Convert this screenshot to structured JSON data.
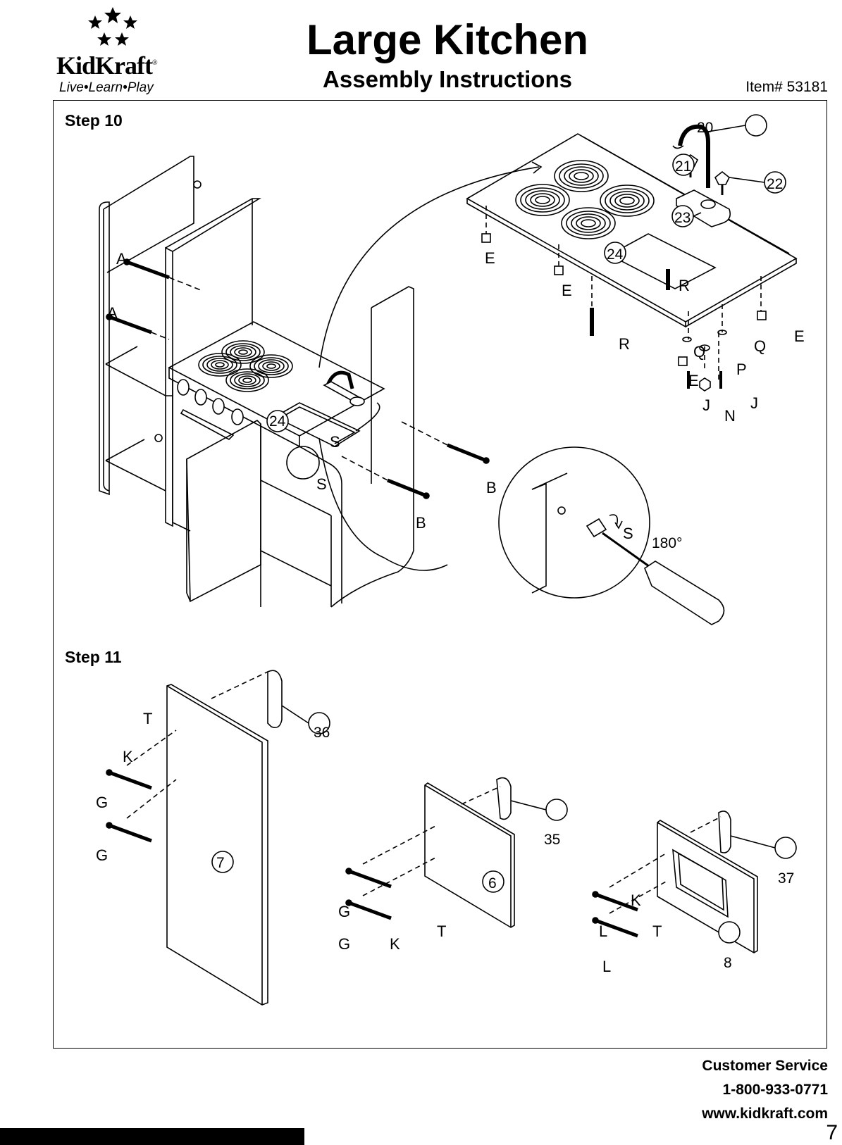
{
  "header": {
    "brand": "KidKraft",
    "registered": "®",
    "tagline": "Live•Learn•Play",
    "title": "Large Kitchen",
    "subtitle": "Assembly Instructions",
    "item": "Item# 53181"
  },
  "steps": {
    "step10": "Step 10",
    "step11": "Step 11"
  },
  "labels": {
    "A": "A",
    "B": "B",
    "E": "E",
    "G": "G",
    "J": "J",
    "K": "K",
    "L": "L",
    "N": "N",
    "P": "P",
    "Q": "Q",
    "R": "R",
    "S": "S",
    "T": "T",
    "angle": "180°",
    "p6": "6",
    "p7": "7",
    "p8": "8",
    "p20": "20",
    "p21": "21",
    "p22": "22",
    "p23": "23",
    "p24": "24",
    "p35": "35",
    "p36": "36",
    "p37": "37"
  },
  "footer": {
    "cs_title": "Customer Service",
    "phone": "1-800-933-0771",
    "web": "www.kidkraft.com",
    "page": "7"
  }
}
